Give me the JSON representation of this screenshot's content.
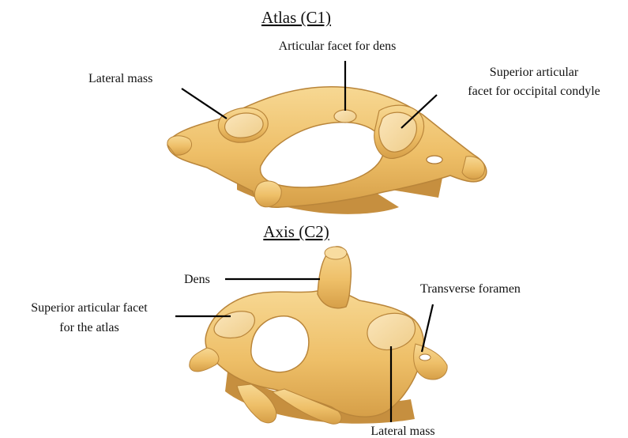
{
  "atlas": {
    "title": "Atlas (C1)",
    "labels": {
      "articular_facet_for_dens": "Articular facet for dens",
      "lateral_mass": "Lateral mass",
      "superior_facet_line1": "Superior articular",
      "superior_facet_line2": "facet for occipital condyle"
    }
  },
  "axis": {
    "title": "Axis (C2)",
    "labels": {
      "dens": "Dens",
      "superior_facet_line1": "Superior articular facet",
      "superior_facet_line2": "for the atlas",
      "transverse_foramen": "Transverse foramen",
      "lateral_mass": "Lateral mass"
    }
  },
  "colors": {
    "bone": "#f1c574",
    "bone_shadow": "#cf9a45",
    "bone_outline": "#b9853a",
    "facet": "#f7dca6",
    "leader": "#000000"
  }
}
